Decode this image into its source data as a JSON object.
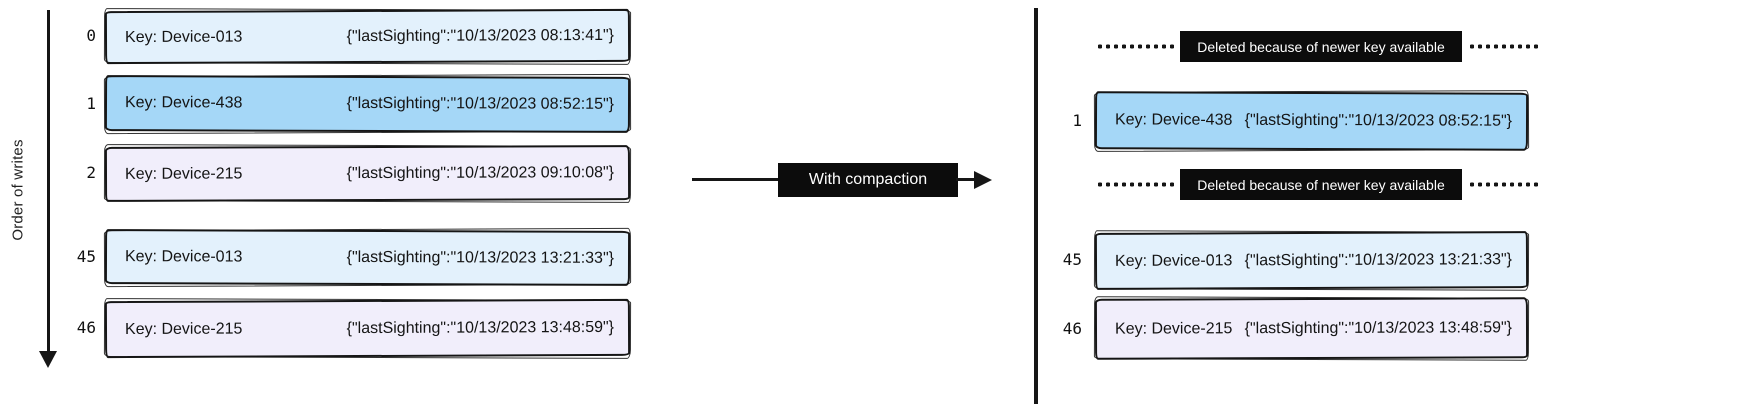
{
  "axis": {
    "label": "Order of writes"
  },
  "compaction_arrow": {
    "label": "With compaction"
  },
  "colors": {
    "pale_blue": "#e3f1fc",
    "sky_blue": "#a5d7f7",
    "pale_lavender": "#f1eefb",
    "stroke": "#161616",
    "label_bg": "#0c0c0c",
    "label_text": "#ffffff"
  },
  "left_log": {
    "records": [
      {
        "index": "0",
        "key": "Key: Device-013",
        "value": "{\"lastSighting\":\"10/13/2023 08:13:41\"}",
        "fill": "#e3f1fc"
      },
      {
        "index": "1",
        "key": "Key: Device-438",
        "value": "{\"lastSighting\":\"10/13/2023 08:52:15\"}",
        "fill": "#a5d7f7"
      },
      {
        "index": "2",
        "key": "Key: Device-215",
        "value": "{\"lastSighting\":\"10/13/2023 09:10:08\"}",
        "fill": "#f1eefb"
      },
      {
        "index": "45",
        "key": "Key: Device-013",
        "value": "{\"lastSighting\":\"10/13/2023 13:21:33\"}",
        "fill": "#e3f1fc"
      },
      {
        "index": "46",
        "key": "Key: Device-215",
        "value": "{\"lastSighting\":\"10/13/2023 13:48:59\"}",
        "fill": "#f1eefb"
      }
    ]
  },
  "right_log": {
    "deleted_rows": [
      {
        "label": "Deleted because of newer key available"
      },
      {
        "label": "Deleted because of newer key available"
      }
    ],
    "records": [
      {
        "index": "1",
        "key": "Key: Device-438",
        "value": "{\"lastSighting\":\"10/13/2023 08:52:15\"}",
        "fill": "#a5d7f7"
      },
      {
        "index": "45",
        "key": "Key: Device-013",
        "value": "{\"lastSighting\":\"10/13/2023 13:21:33\"}",
        "fill": "#e3f1fc"
      },
      {
        "index": "46",
        "key": "Key: Device-215",
        "value": "{\"lastSighting\":\"10/13/2023 13:48:59\"}",
        "fill": "#f1eefb"
      }
    ]
  }
}
